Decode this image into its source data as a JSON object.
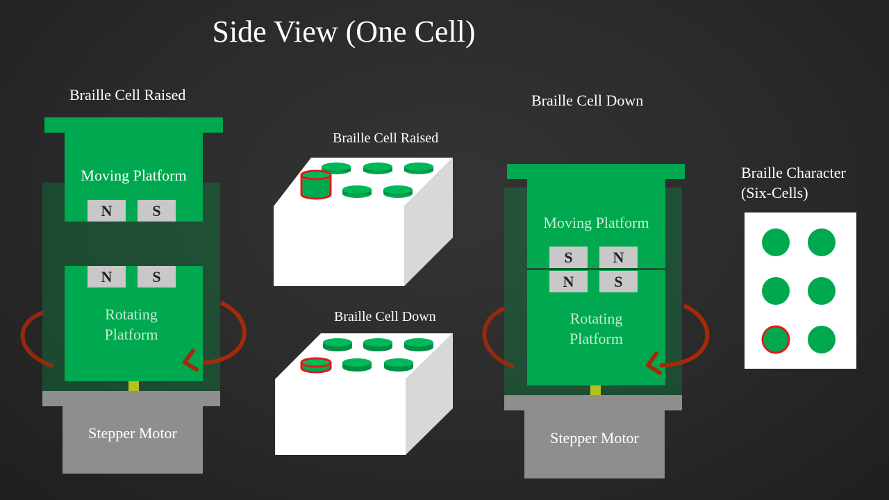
{
  "title": "Side View (One Cell)",
  "left_assembly": {
    "heading": "Braille Cell Raised",
    "moving_platform": "Moving Platform",
    "moving_magnets": [
      "N",
      "S"
    ],
    "rotating_magnets": [
      "N",
      "S"
    ],
    "rotating_platform": [
      "Rotating",
      "Platform"
    ],
    "motor": "Stepper Motor"
  },
  "middle": {
    "raised_label": "Braille Cell Raised",
    "down_label": "Braille Cell Down"
  },
  "right_assembly": {
    "heading": "Braille Cell Down",
    "moving_platform": "Moving Platform",
    "moving_magnets": [
      "S",
      "N"
    ],
    "rotating_magnets": [
      "N",
      "S"
    ],
    "rotating_platform": [
      "Rotating",
      "Platform"
    ],
    "motor": "Stepper Motor"
  },
  "braille_character": {
    "label_line1": "Braille Character",
    "label_line2": "(Six-Cells)",
    "highlighted_dot": 5
  },
  "colors": {
    "green": "#00a84f",
    "arrow": "#a52a0a",
    "highlight": "#e31919",
    "magnet": "#c8c8c8",
    "motor": "#8e8e8e",
    "shaft": "#b5c21e"
  }
}
